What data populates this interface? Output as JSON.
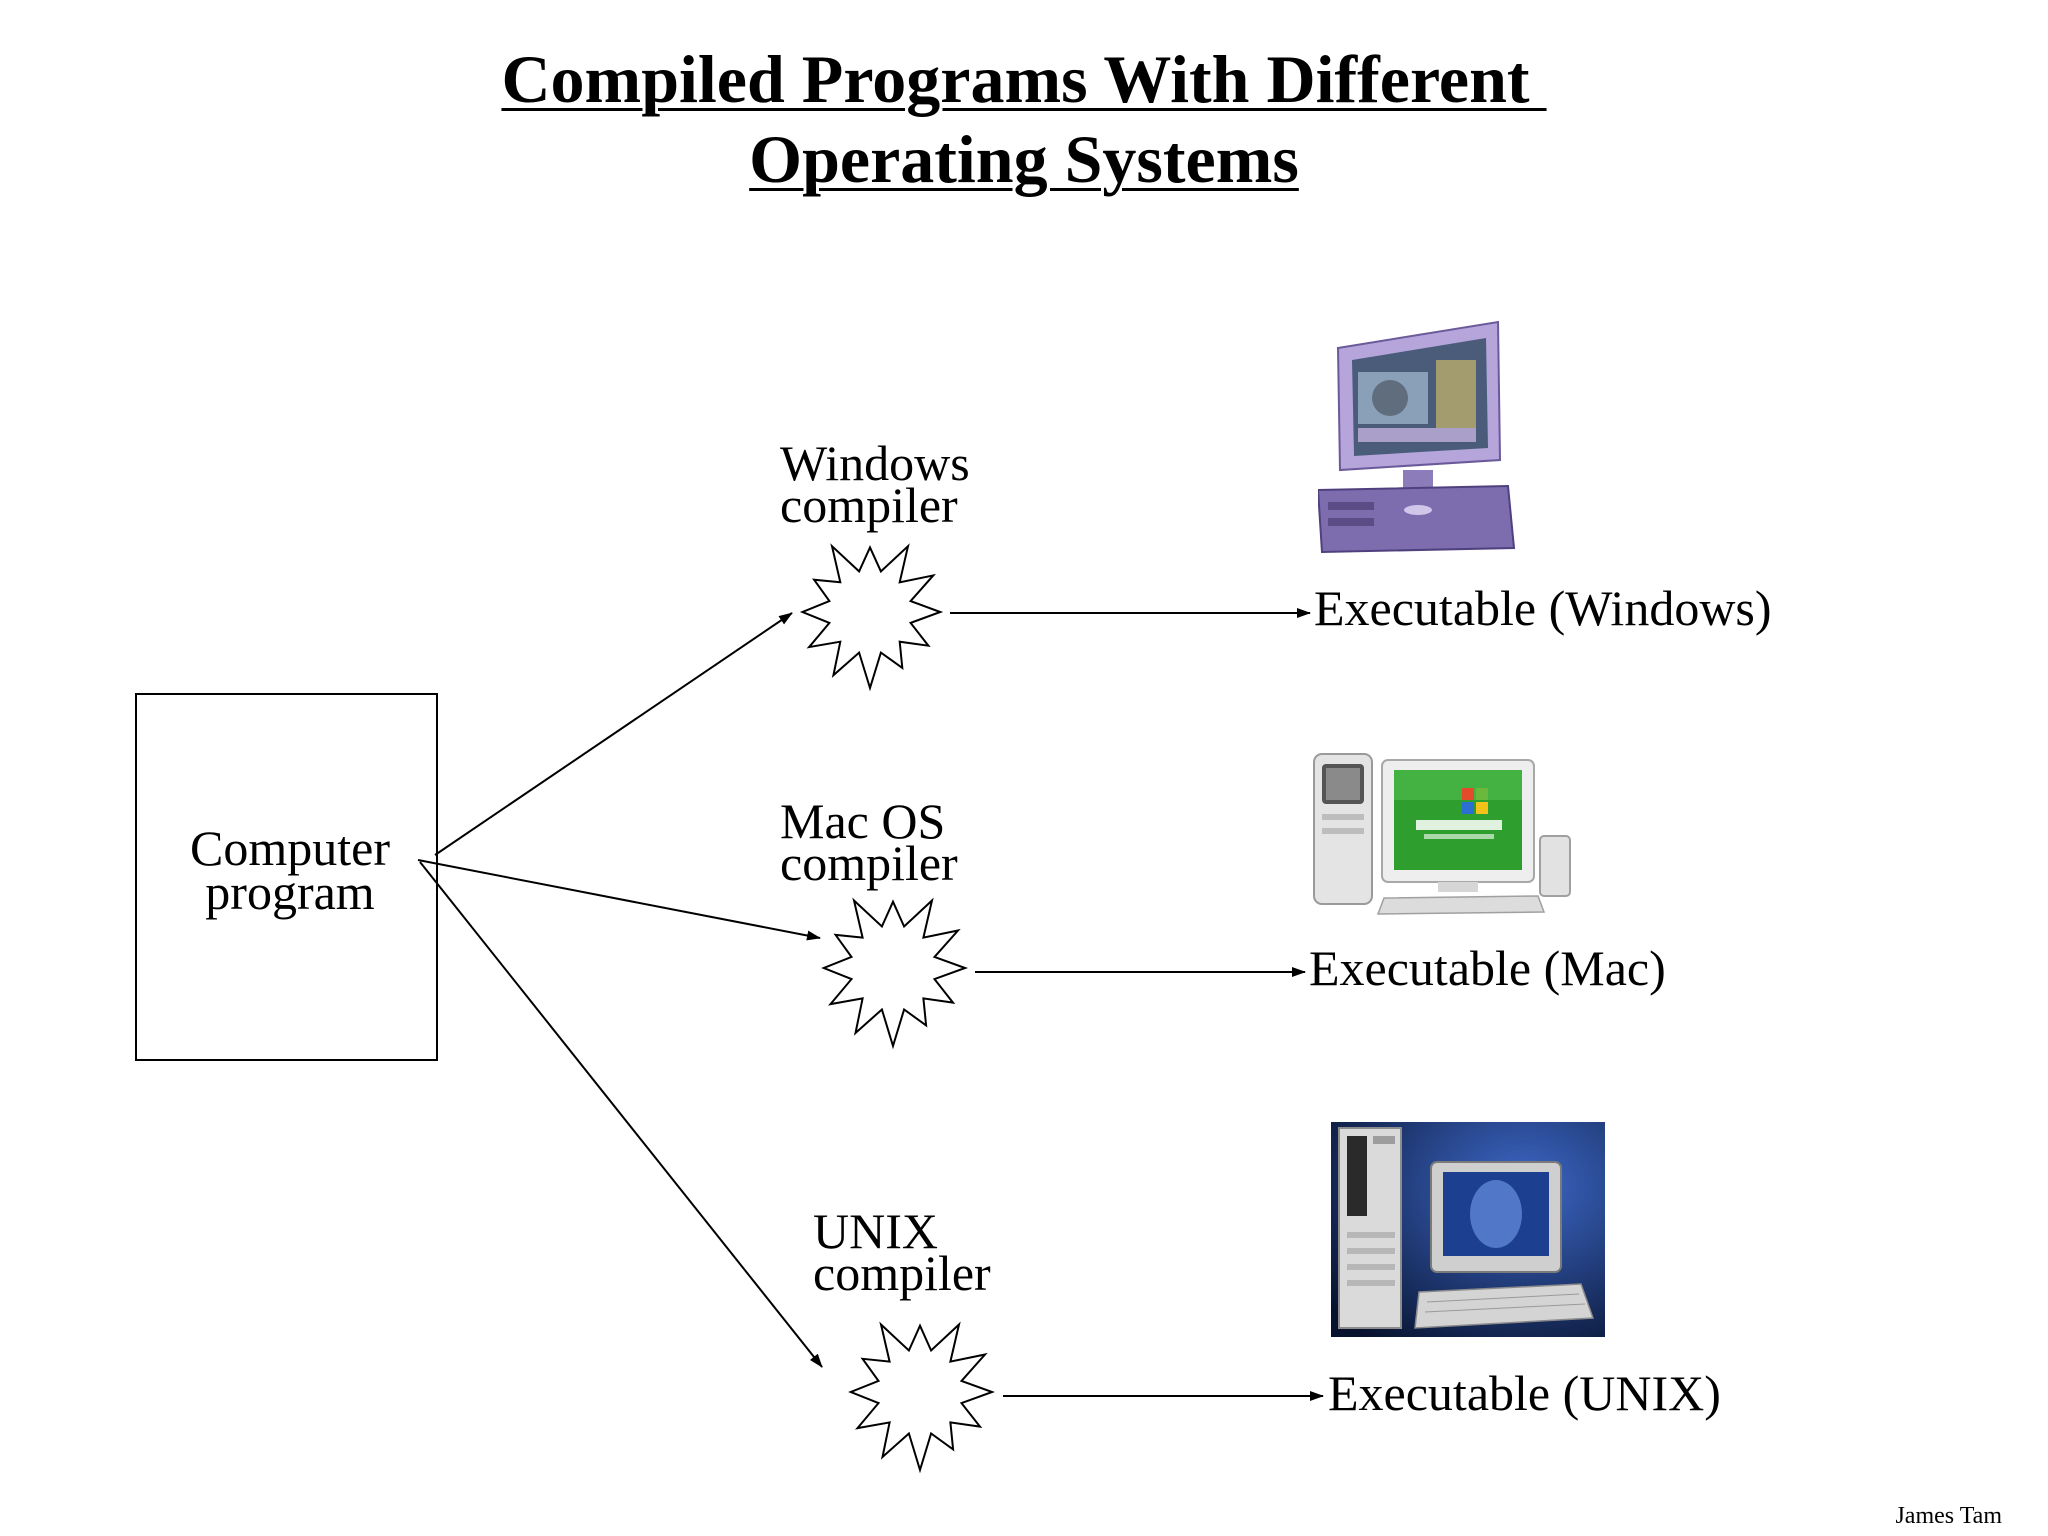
{
  "title": {
    "line1": "Compiled Programs With Different ",
    "line2": "Operating Systems"
  },
  "program": {
    "line1": "Computer",
    "line2": "program"
  },
  "compilers": [
    {
      "line1": "Windows",
      "line2": "compiler"
    },
    {
      "line1": "Mac OS",
      "line2": "compiler"
    },
    {
      "line1": "UNIX",
      "line2": "compiler"
    }
  ],
  "executables": [
    "Executable (Windows)",
    "Executable (Mac)",
    "Executable (UNIX)"
  ],
  "icons": {
    "computer1": "sun-workstation-icon",
    "computer2": "windows-xp-pc-icon",
    "computer3": "desktop-pc-icon",
    "burst": "starburst-icon"
  },
  "colors": {
    "monitor_purple": "#9a86c4",
    "xp_green": "#2e9e2e",
    "unix_blue": "#1d3f8f"
  },
  "author": "James Tam"
}
